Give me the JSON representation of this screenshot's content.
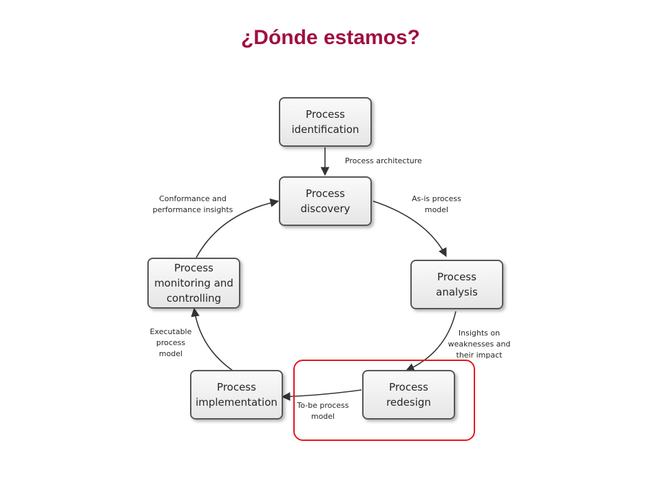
{
  "title": "¿Dónde estamos?",
  "colors": {
    "title": "#a0103f",
    "highlight": "#e5141b",
    "box_border": "#555555",
    "arrow": "#333333"
  },
  "boxes": {
    "identification": "Process\nidentification",
    "discovery": "Process\ndiscovery",
    "analysis": "Process\nanalysis",
    "redesign": "Process\nredesign",
    "implementation": "Process\nimplementation",
    "monitoring": "Process\nmonitoring and\ncontrolling"
  },
  "edges": {
    "identification_to_discovery": "Process architecture",
    "discovery_to_analysis": "As-is process\nmodel",
    "analysis_to_redesign": "Insights on\nweaknesses and\ntheir impact",
    "redesign_to_implementation": "To-be process\nmodel",
    "implementation_to_monitoring": "Executable\nprocess\nmodel",
    "monitoring_to_discovery": "Conformance and\nperformance insights"
  },
  "highlighted_step": "redesign"
}
